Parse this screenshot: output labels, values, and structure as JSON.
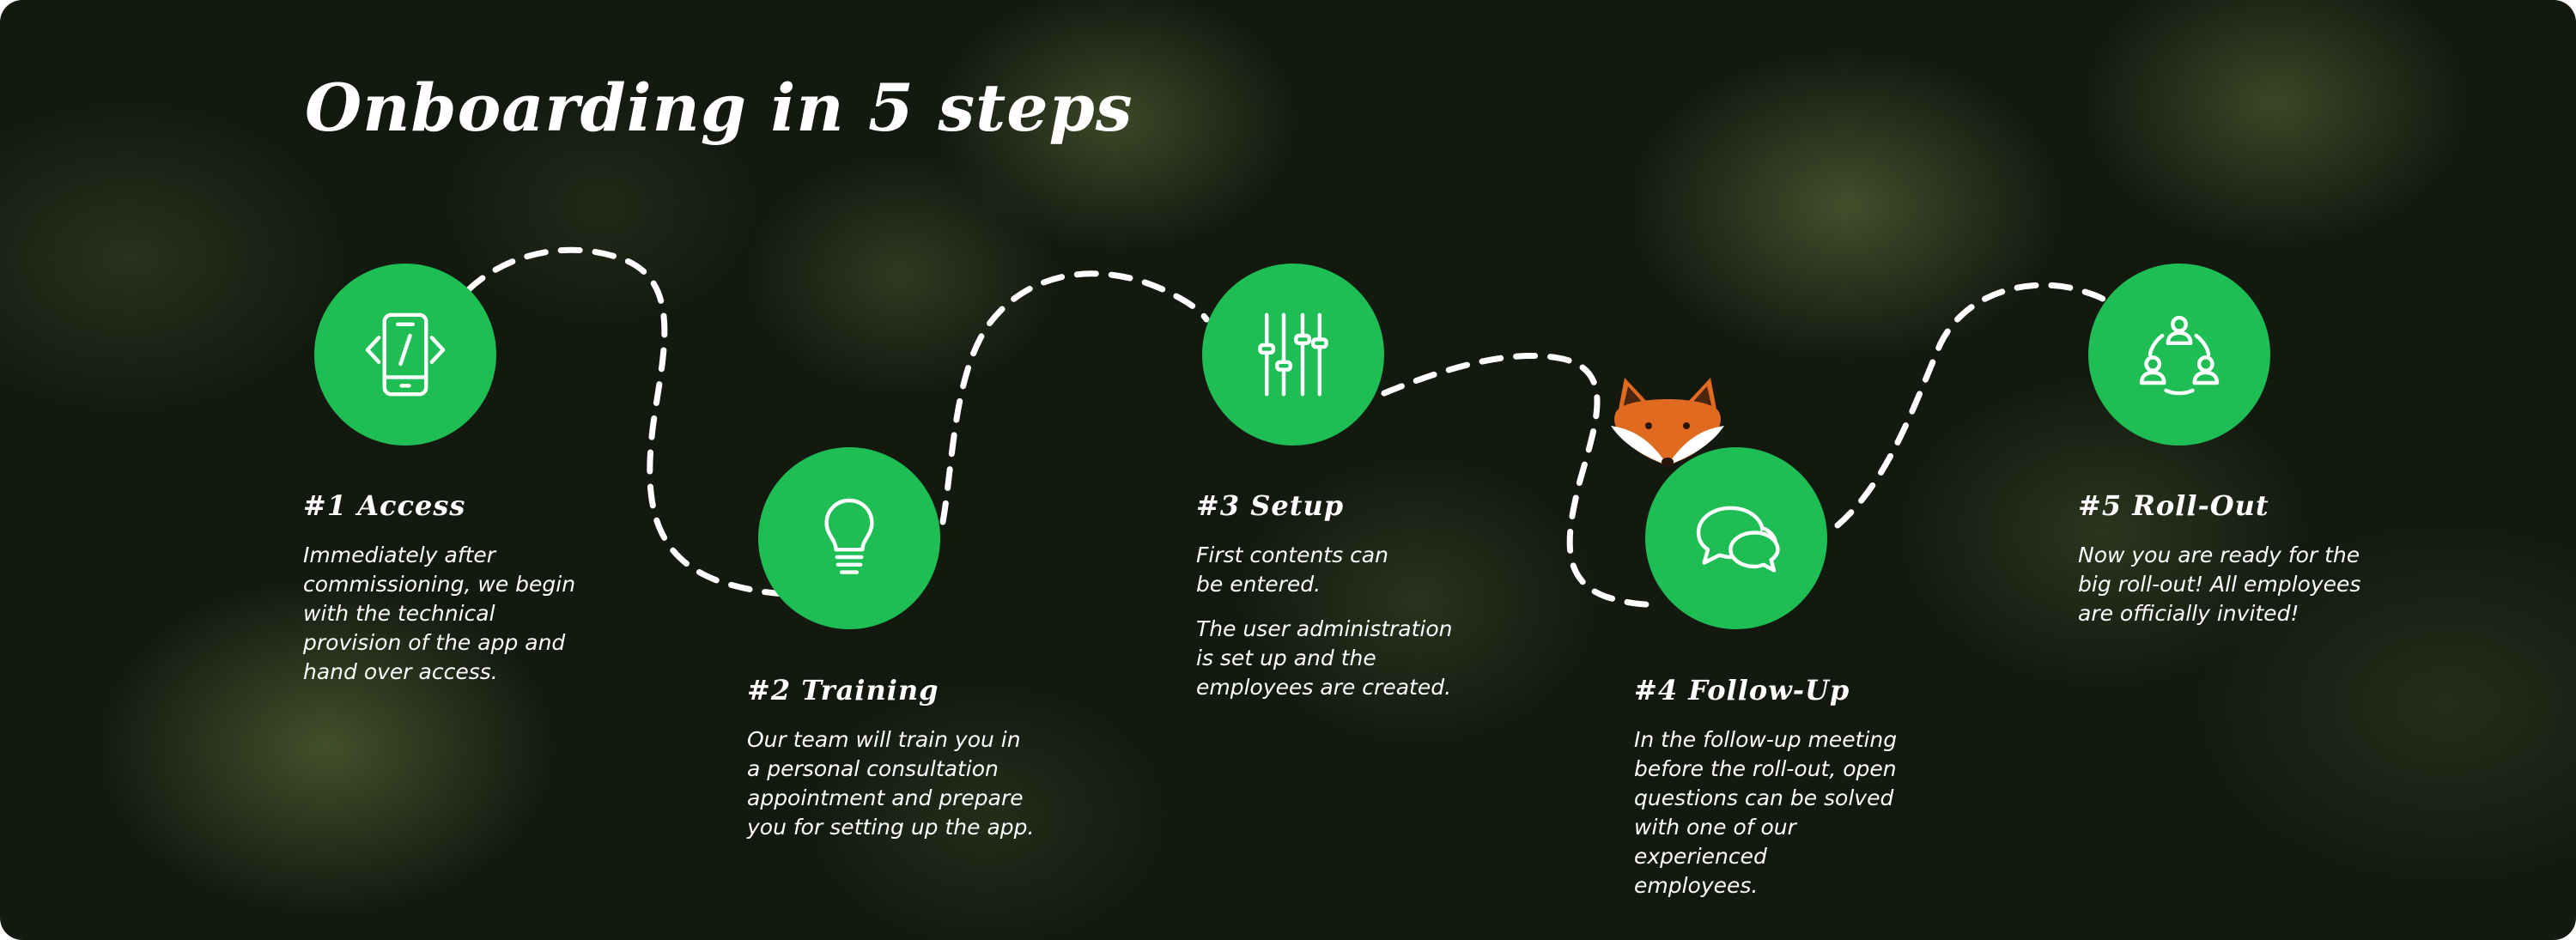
{
  "page": {
    "title": "Onboarding in 5 steps"
  },
  "colors": {
    "accent": "#1ebe55",
    "text": "#ffffff",
    "path": "#ffffff",
    "background": "#141910"
  },
  "steps": [
    {
      "title": "#1 Access",
      "icon": "mobile-code-icon",
      "paragraphs": [
        "Immediately after\ncommissioning, we begin\nwith the technical\nprovision of the app and\nhand over access."
      ]
    },
    {
      "title": "#2 Training",
      "icon": "lightbulb-icon",
      "paragraphs": [
        "Our team will train you in\na personal consultation\nappointment and prepare\nyou for setting up the app."
      ]
    },
    {
      "title": "#3 Setup",
      "icon": "sliders-icon",
      "paragraphs": [
        "First contents can\nbe entered.",
        "The user administration\nis set up and the\nemployees are created."
      ]
    },
    {
      "title": "#4 Follow-Up",
      "icon": "chat-bubbles-icon",
      "paragraphs": [
        "In the follow-up meeting\nbefore the roll-out, open\nquestions can be solved\nwith one of our experienced\nemployees."
      ]
    },
    {
      "title": "#5 Roll-Out",
      "icon": "people-network-icon",
      "paragraphs": [
        "Now you are ready for the\nbig roll-out! All employees\nare officially invited!"
      ]
    }
  ],
  "mascot": {
    "icon": "fox-icon"
  }
}
